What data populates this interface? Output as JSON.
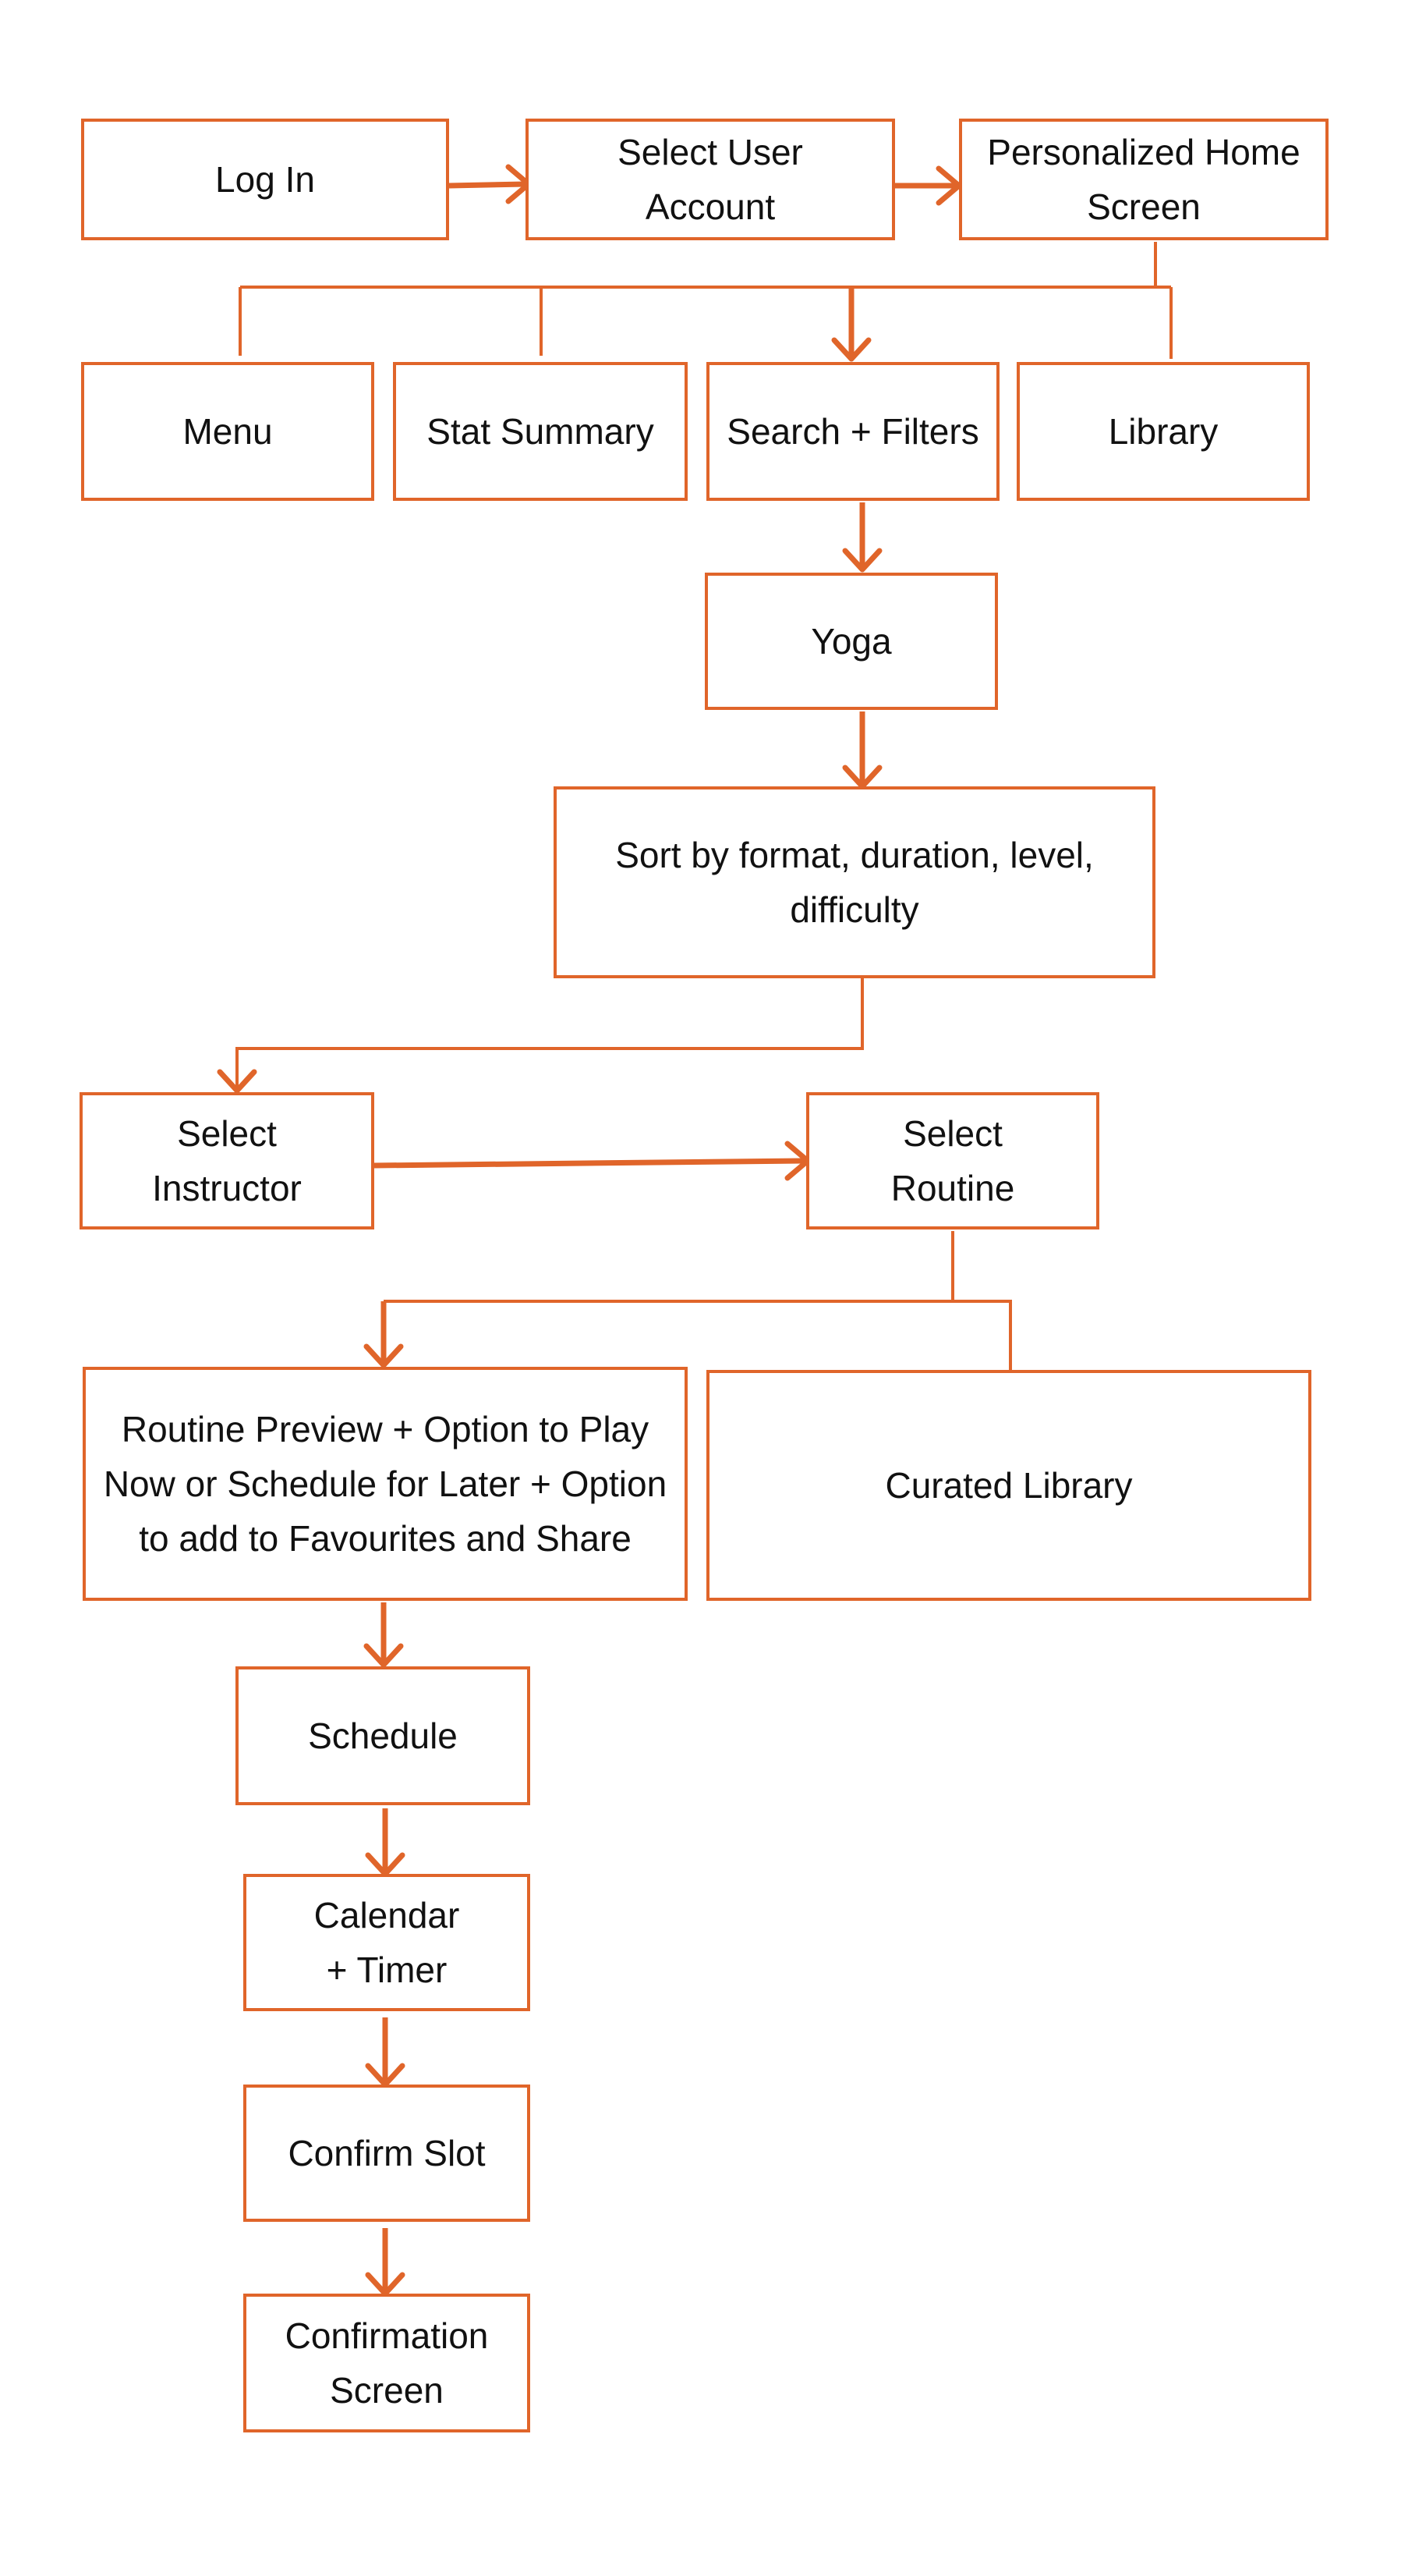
{
  "colors": {
    "accent": "#e0652a",
    "text": "#111111",
    "background": "#ffffff"
  },
  "nodes": {
    "login": "Log In",
    "select_user": "Select User Account",
    "home": "Personalized Home Screen",
    "menu": "Menu",
    "stat_summary": "Stat Summary",
    "search_filters": "Search + Filters",
    "library": "Library",
    "yoga": "Yoga",
    "sort": "Sort by format, duration, level, difficulty",
    "select_instructor": "Select Instructor",
    "select_routine": "Select Routine",
    "routine_preview": "Routine Preview + Option to Play Now or Schedule for Later + Option to add to Favourites and Share",
    "curated_library": "Curated Library",
    "schedule": "Schedule",
    "calendar_timer": "Calendar + Timer",
    "confirm_slot": "Confirm Slot",
    "confirmation_screen": "Confirmation Screen"
  }
}
